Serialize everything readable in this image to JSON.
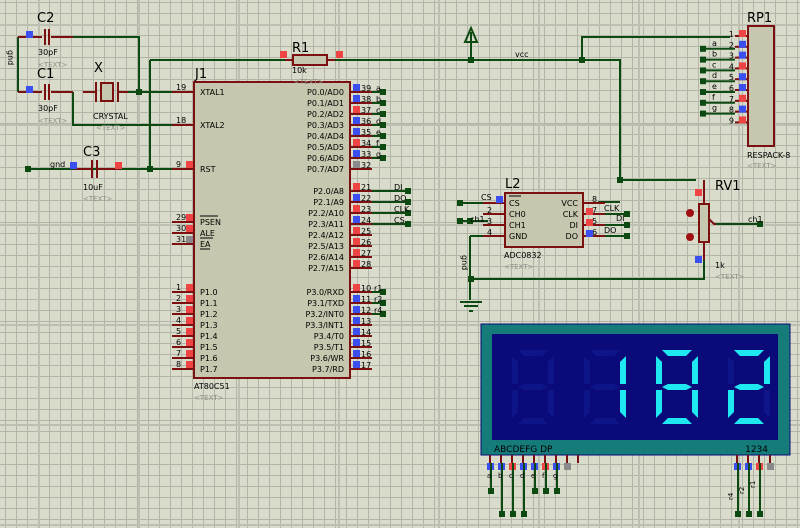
{
  "schematic": {
    "colors": {
      "background": "#d9dccb",
      "wire": "#0c4a12",
      "component_outline": "#7a1010",
      "component_fill": "#c6c7ae",
      "pin_high": "#ef4444",
      "pin_low": "#3b4ef0",
      "pin_float": "#8a8a8a",
      "display_frame": "#167c7a",
      "display_bg": "#0a0a7a",
      "segment_on": "#1ee8f0",
      "segment_off": "#0d1588"
    },
    "components": {
      "c2": {
        "ref": "C2",
        "value": "30pF",
        "hint": "<TEXT>"
      },
      "c1": {
        "ref": "C1",
        "value": "30pF",
        "hint": "<TEXT>"
      },
      "crystal": {
        "ref": "X",
        "value": "CRYSTAL",
        "hint": "<TEXT>"
      },
      "c3": {
        "ref": "C3",
        "value": "10uF",
        "hint": "<TEXT>"
      },
      "r1": {
        "ref": "R1",
        "value": "10k",
        "hint": "<TEXT>"
      },
      "u1": {
        "ref": "J1",
        "part": "AT80C51",
        "hint": "<TEXT>"
      },
      "u2": {
        "ref": "L2",
        "part": "ADC0832",
        "hint": "<TEXT>"
      },
      "rv1": {
        "ref": "RV1",
        "value": "1k",
        "hint": "<TEXT>"
      },
      "rp1": {
        "ref": "RP1",
        "part": "RESPACK-8",
        "hint": "<TEXT>"
      }
    },
    "net_labels": {
      "gnd_left": "gnd",
      "gnd_c3": "gnd",
      "vcc": "vcc",
      "gnd_adc": "gnd",
      "ch1_adc": "ch1",
      "ch1_rv": "ch1",
      "di": "DI",
      "do": "DO",
      "clk": "CLK",
      "cs": "CS",
      "adc_clk": "CLK",
      "adc_di": "DI",
      "adc_do": "DO",
      "adc_cs": "CS"
    },
    "u1_left_pins": [
      {
        "num": "19",
        "name": "XTAL1"
      },
      {
        "num": "18",
        "name": "XTAL2"
      },
      {
        "num": "9",
        "name": "RST"
      },
      {
        "num": "29",
        "name": "PSEN"
      },
      {
        "num": "30",
        "name": "ALE"
      },
      {
        "num": "31",
        "name": "EA"
      },
      {
        "num": "1",
        "name": "P1.0"
      },
      {
        "num": "2",
        "name": "P1.1"
      },
      {
        "num": "3",
        "name": "P1.2"
      },
      {
        "num": "4",
        "name": "P1.3"
      },
      {
        "num": "5",
        "name": "P1.4"
      },
      {
        "num": "6",
        "name": "P1.5"
      },
      {
        "num": "7",
        "name": "P1.6"
      },
      {
        "num": "8",
        "name": "P1.7"
      }
    ],
    "u1_right_pins": [
      {
        "num": "39",
        "name": "P0.0/AD0",
        "net": "a"
      },
      {
        "num": "38",
        "name": "P0.1/AD1",
        "net": "b"
      },
      {
        "num": "37",
        "name": "P0.2/AD2",
        "net": "c"
      },
      {
        "num": "36",
        "name": "P0.3/AD3",
        "net": "d"
      },
      {
        "num": "35",
        "name": "P0.4/AD4",
        "net": "e"
      },
      {
        "num": "34",
        "name": "P0.5/AD5",
        "net": "f"
      },
      {
        "num": "33",
        "name": "P0.6/AD6",
        "net": "g"
      },
      {
        "num": "32",
        "name": "P0.7/AD7",
        "net": ""
      },
      {
        "num": "21",
        "name": "P2.0/A8",
        "net": "DI"
      },
      {
        "num": "22",
        "name": "P2.1/A9",
        "net": "DO"
      },
      {
        "num": "23",
        "name": "P2.2/A10",
        "net": "CLK"
      },
      {
        "num": "24",
        "name": "P2.3/A11",
        "net": "CS"
      },
      {
        "num": "25",
        "name": "P2.4/A12",
        "net": ""
      },
      {
        "num": "26",
        "name": "P2.5/A13",
        "net": ""
      },
      {
        "num": "27",
        "name": "P2.6/A14",
        "net": ""
      },
      {
        "num": "28",
        "name": "P2.7/A15",
        "net": ""
      },
      {
        "num": "10",
        "name": "P3.0/RXD",
        "net": "r1"
      },
      {
        "num": "11",
        "name": "P3.1/TXD",
        "net": "r2"
      },
      {
        "num": "12",
        "name": "P3.2/INT0",
        "net": "r4"
      },
      {
        "num": "13",
        "name": "P3.3/INT1",
        "net": ""
      },
      {
        "num": "14",
        "name": "P3.4/T0",
        "net": ""
      },
      {
        "num": "15",
        "name": "P3.5/T1",
        "net": ""
      },
      {
        "num": "16",
        "name": "P3.6/WR",
        "net": ""
      },
      {
        "num": "17",
        "name": "P3.7/RD",
        "net": ""
      }
    ],
    "u2_left_pins": [
      {
        "num": "1",
        "name": "CS"
      },
      {
        "num": "2",
        "name": "CH0"
      },
      {
        "num": "3",
        "name": "CH1"
      },
      {
        "num": "4",
        "name": "GND"
      }
    ],
    "u2_right_pins": [
      {
        "num": "8",
        "name": "VCC"
      },
      {
        "num": "7",
        "name": "CLK"
      },
      {
        "num": "5",
        "name": "DI"
      },
      {
        "num": "6",
        "name": "DO"
      }
    ],
    "rp1_pins": [
      {
        "num": "1",
        "net": ""
      },
      {
        "num": "2",
        "net": "a"
      },
      {
        "num": "3",
        "net": "b"
      },
      {
        "num": "4",
        "net": "c"
      },
      {
        "num": "5",
        "net": "d"
      },
      {
        "num": "6",
        "net": "e"
      },
      {
        "num": "7",
        "net": "f"
      },
      {
        "num": "8",
        "net": "g"
      },
      {
        "num": "9",
        "net": ""
      }
    ],
    "display": {
      "digits": [
        "",
        "1",
        "8",
        "2"
      ],
      "reading": "182",
      "segment_label": "ABCDEFG  DP",
      "digit_label": "1234",
      "segment_nets": [
        "a",
        "b",
        "c",
        "d",
        "e",
        "f",
        "g"
      ],
      "digit_nets": [
        "r4",
        "r2",
        "r1"
      ]
    }
  }
}
